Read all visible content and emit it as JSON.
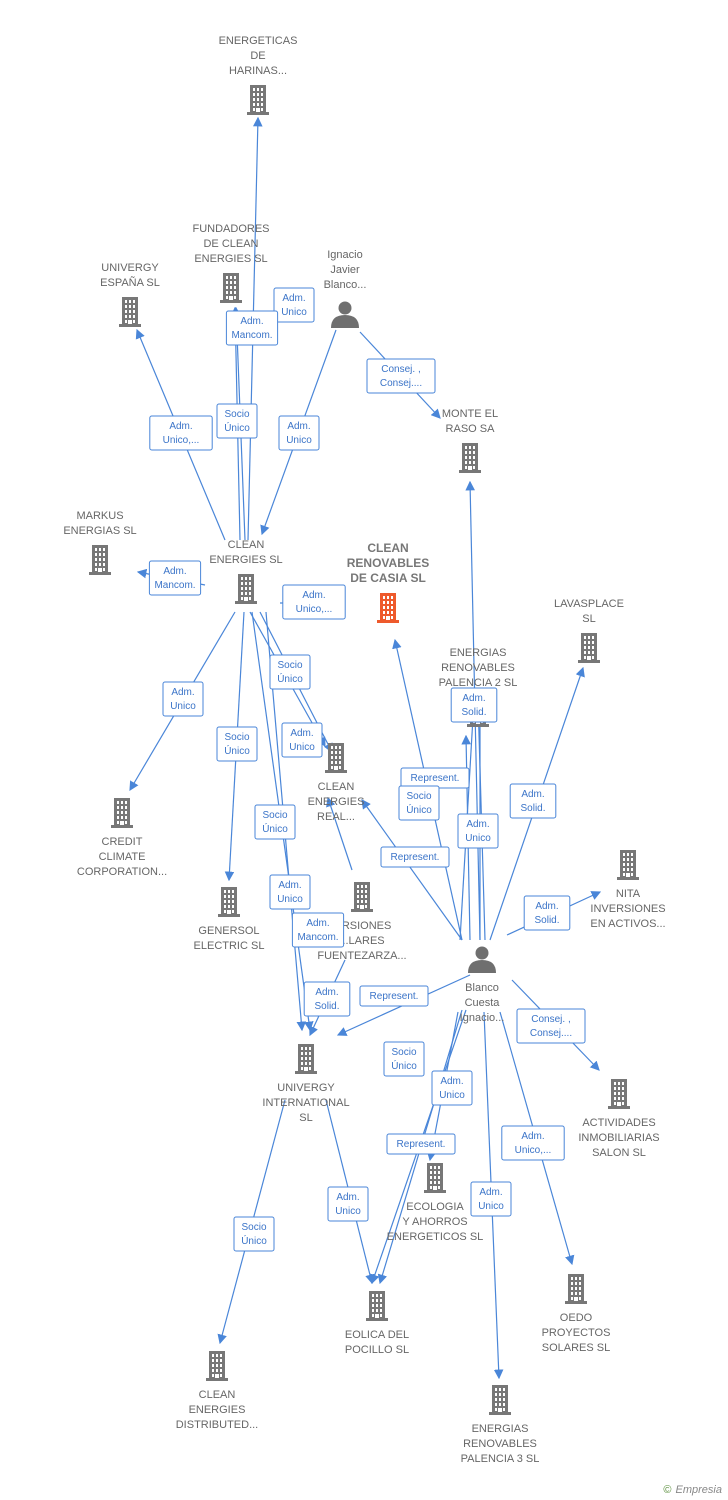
{
  "colors": {
    "edge": "#4a86d8",
    "building": "#777777",
    "focus": "#ee5a2c",
    "person": "#6f6f6f",
    "label": "#666666"
  },
  "nodes": [
    {
      "id": "harinas",
      "type": "company",
      "label": [
        "ENERGETICAS",
        "DE",
        "HARINAS..."
      ]
    },
    {
      "id": "fundadores",
      "type": "company",
      "label": [
        "FUNDADORES",
        "DE CLEAN",
        "ENERGIES SL"
      ]
    },
    {
      "id": "univergy_es",
      "type": "company",
      "label": [
        "UNIVERGY",
        "ESPAÑA  SL"
      ]
    },
    {
      "id": "ignacio",
      "type": "person",
      "label": [
        "Ignacio",
        "Javier",
        "Blanco..."
      ]
    },
    {
      "id": "monte",
      "type": "company",
      "label": [
        "MONTE EL",
        "RASO SA"
      ]
    },
    {
      "id": "markus",
      "type": "company",
      "label": [
        "MARKUS",
        "ENERGIAS SL"
      ]
    },
    {
      "id": "clean_energies",
      "type": "company",
      "label": [
        "CLEAN",
        "ENERGIES SL"
      ]
    },
    {
      "id": "casia",
      "type": "focus",
      "label": [
        "CLEAN",
        "RENOVABLES",
        "DE CASIA  SL"
      ]
    },
    {
      "id": "lavasplace",
      "type": "company",
      "label": [
        "LAVASPLACE",
        "SL"
      ]
    },
    {
      "id": "palencia2",
      "type": "company",
      "label": [
        "ENERGIAS",
        "RENOVABLES",
        "PALENCIA 2 SL"
      ]
    },
    {
      "id": "credit",
      "type": "company",
      "label": [
        "CREDIT",
        "CLIMATE",
        "CORPORATION..."
      ]
    },
    {
      "id": "clean_real",
      "type": "company",
      "label": [
        "CLEAN",
        "ENERGIES",
        "REAL..."
      ]
    },
    {
      "id": "nita",
      "type": "company",
      "label": [
        "NITA",
        "INVERSIONES",
        "EN ACTIVOS..."
      ]
    },
    {
      "id": "generso",
      "type": "company",
      "label": [
        "GENERSOL",
        "ELECTRIC  SL"
      ]
    },
    {
      "id": "fuentezarza",
      "type": "company",
      "label": [
        "...RSIONES",
        "...LARES",
        "FUENTEZARZA..."
      ]
    },
    {
      "id": "blanco",
      "type": "person",
      "label": [
        "Blanco",
        "Cuesta",
        "Ignacio..."
      ]
    },
    {
      "id": "univergy_int",
      "type": "company",
      "label": [
        "UNIVERGY",
        "INTERNATIONAL",
        "SL"
      ]
    },
    {
      "id": "actividades",
      "type": "company",
      "label": [
        "ACTIVIDADES",
        "INMOBILIARIAS",
        "SALON SL"
      ]
    },
    {
      "id": "ecologia",
      "type": "company",
      "label": [
        "ECOLOGIA",
        "Y AHORROS",
        "ENERGETICOS SL"
      ]
    },
    {
      "id": "oedo",
      "type": "company",
      "label": [
        "OEDO",
        "PROYECTOS",
        "SOLARES  SL"
      ]
    },
    {
      "id": "eolica",
      "type": "company",
      "label": [
        "EOLICA DEL",
        "POCILLO SL"
      ]
    },
    {
      "id": "distributed",
      "type": "company",
      "label": [
        "CLEAN",
        "ENERGIES",
        "DISTRIBUTED..."
      ]
    },
    {
      "id": "palencia3",
      "type": "company",
      "label": [
        "ENERGIAS",
        "RENOVABLES",
        "PALENCIA 3 SL"
      ]
    }
  ],
  "edges": [
    {
      "from": "clean_energies",
      "to": "harinas",
      "label": [
        "Adm.",
        "Unico"
      ]
    },
    {
      "from": "fundadores",
      "to": "clean_energies",
      "label": [
        "Adm.",
        "Mancom."
      ]
    },
    {
      "from": "clean_energies",
      "to": "univergy_es",
      "label": [
        "Adm.",
        "Unico,..."
      ]
    },
    {
      "from": "fundadores",
      "to": "clean_energies",
      "label": [
        "Socio",
        "Único"
      ]
    },
    {
      "from": "ignacio",
      "to": "clean_energies",
      "label": [
        "Adm.",
        "Unico"
      ]
    },
    {
      "from": "ignacio",
      "to": "monte",
      "label": [
        "Consej. ,",
        "Consej...."
      ]
    },
    {
      "from": "clean_energies",
      "to": "markus",
      "label": [
        "Adm.",
        "Mancom."
      ]
    },
    {
      "from": "clean_energies",
      "to": "casia",
      "label": [
        "Adm.",
        "Unico,..."
      ]
    },
    {
      "from": "clean_energies",
      "to": "clean_real",
      "label": [
        "Socio",
        "Único"
      ]
    },
    {
      "from": "clean_energies",
      "to": "credit",
      "label": [
        "Adm.",
        "Unico"
      ]
    },
    {
      "from": "clean_energies",
      "to": "clean_real",
      "label": [
        "Adm.",
        "Unico"
      ]
    },
    {
      "from": "clean_energies",
      "to": "generso",
      "label": [
        "Socio",
        "Único"
      ]
    },
    {
      "from": "clean_energies",
      "to": "univergy_int",
      "label": [
        "Socio",
        "Único"
      ]
    },
    {
      "from": "clean_energies",
      "to": "univergy_int",
      "label": [
        "Adm.",
        "Unico"
      ]
    },
    {
      "from": "fuentezarza",
      "to": "clean_real",
      "label": [
        "Adm.",
        "Mancom."
      ]
    },
    {
      "from": "blanco",
      "to": "palencia2",
      "label": [
        "Adm.",
        "Solid."
      ]
    },
    {
      "from": "blanco",
      "to": "palencia2",
      "label": [
        "Represent."
      ]
    },
    {
      "from": "blanco",
      "to": "palencia2",
      "label": [
        "Socio",
        "Único"
      ]
    },
    {
      "from": "blanco",
      "to": "palencia2",
      "label": [
        "Adm.",
        "Unico"
      ]
    },
    {
      "from": "blanco",
      "to": "lavasplace",
      "label": [
        "Adm.",
        "Solid."
      ]
    },
    {
      "from": "blanco",
      "to": "clean_real",
      "label": [
        "Represent."
      ]
    },
    {
      "from": "blanco",
      "to": "nita",
      "label": [
        "Adm.",
        "Solid."
      ]
    },
    {
      "from": "fuentezarza",
      "to": "univergy_int",
      "label": [
        "Adm.",
        "Solid."
      ]
    },
    {
      "from": "blanco",
      "to": "univergy_int",
      "label": [
        "Represent."
      ]
    },
    {
      "from": "blanco",
      "to": "actividades",
      "label": [
        "Consej. ,",
        "Consej...."
      ]
    },
    {
      "from": "blanco",
      "to": "eolica",
      "label": [
        "Socio",
        "Único"
      ]
    },
    {
      "from": "blanco",
      "to": "eolica",
      "label": [
        "Adm.",
        "Unico"
      ]
    },
    {
      "from": "blanco",
      "to": "ecologia",
      "label": [
        "Represent."
      ]
    },
    {
      "from": "blanco",
      "to": "oedo",
      "label": [
        "Adm.",
        "Unico,..."
      ]
    },
    {
      "from": "blanco",
      "to": "palencia3",
      "label": [
        "Adm.",
        "Unico"
      ]
    },
    {
      "from": "univergy_int",
      "to": "distributed",
      "label": [
        "Socio",
        "Único"
      ]
    },
    {
      "from": "univergy_int",
      "to": "eolica",
      "label": [
        "Adm.",
        "Unico"
      ]
    },
    {
      "from": "blanco",
      "to": "monte",
      "label": []
    },
    {
      "from": "blanco",
      "to": "casia",
      "label": []
    }
  ],
  "footer": {
    "copyright": "©",
    "brand": "Empresia"
  }
}
